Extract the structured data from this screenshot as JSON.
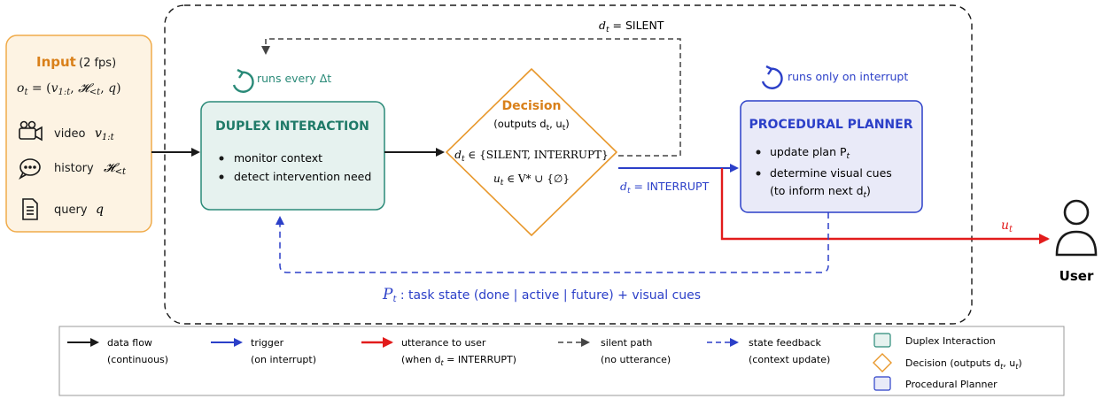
{
  "colors": {
    "teal": "#2a8a78",
    "teal_fill": "#e6f2ef",
    "orange": "#e8982c",
    "orange_text": "#d9801a",
    "blue": "#2b3fc8",
    "blue_fill": "#e9eaf8",
    "red": "#e21b1b",
    "input_fill": "#fdf3e3",
    "black": "#1a1a1a",
    "gray": "#555555"
  },
  "input": {
    "title": "Input",
    "fps": " (2 fps)",
    "formula": "o_t = (v_1:t, H_<t, q)",
    "formula_lhs": "o",
    "items": [
      {
        "icon": "video-camera-icon",
        "label": "video",
        "var": "v",
        "sub": "1:t"
      },
      {
        "icon": "chat-bubble-icon",
        "label": "history",
        "var": "H",
        "sub": "<t"
      },
      {
        "icon": "document-icon",
        "label": "query",
        "var": "q",
        "sub": ""
      }
    ]
  },
  "duplex": {
    "cycle_label": "runs every Δt",
    "title": "DUPLEX INTERACTION",
    "bullets": [
      "monitor context",
      "detect intervention need"
    ]
  },
  "decision": {
    "title": "Decision",
    "subtitle": "(outputs d",
    "subtitle_mid": ", u",
    "subtitle_end": ")",
    "line1_prefix": "d",
    "line1_set": " ∈ {SILENT, INTERRUPT}",
    "line2_prefix": "u",
    "line2_set": " ∈ V* ∪ {∅}"
  },
  "planner": {
    "cycle_label": "runs only on interrupt",
    "title": "PROCEDURAL PLANNER",
    "bullets": [
      "update plan P",
      "determine visual cues",
      "(to inform next d"
    ],
    "bullet_tails": [
      "t",
      "",
      "t)"
    ]
  },
  "edges": {
    "silent_label": "d",
    "silent_eq": " = SILENT",
    "interrupt_label": "d",
    "interrupt_eq": " = INTERRUPT",
    "utterance_label": "u",
    "feedback_label_var": "P",
    "feedback_label_text": " : task state (done | active | future) + visual cues"
  },
  "user": {
    "label": "User"
  },
  "legend": {
    "entries": [
      {
        "line1": "data flow",
        "line2": "(continuous)"
      },
      {
        "line1": "trigger",
        "line2": "(on interrupt)"
      },
      {
        "line1": "utterance to user",
        "line2": "(when d",
        "line2_tail": " = INTERRUPT)"
      },
      {
        "line1": "silent path",
        "line2": "(no utterance)"
      },
      {
        "line1": "state feedback",
        "line2": "(context update)"
      }
    ],
    "boxes": [
      {
        "label": "Duplex Interaction"
      },
      {
        "label": "Decision (outputs d",
        "mid": ", u",
        "tail": ")"
      },
      {
        "label": "Procedural Planner"
      }
    ]
  }
}
